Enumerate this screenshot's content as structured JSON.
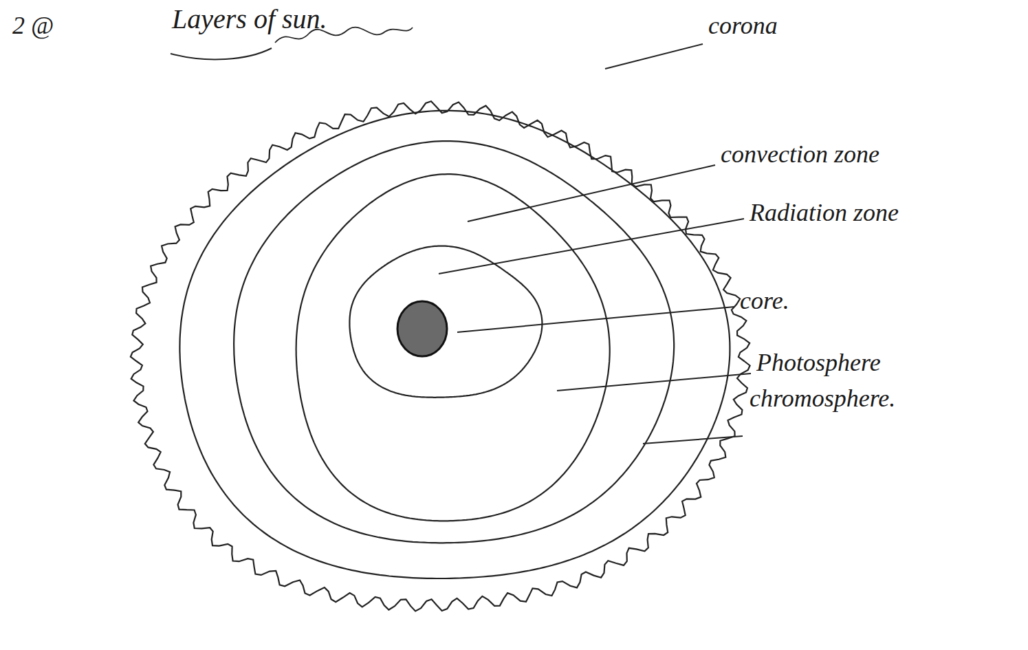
{
  "diagram": {
    "title": "Layers of sun.",
    "labels": [
      "2 @",
      "corona",
      "convection zone",
      "Radiation zone",
      "core.",
      "Photosphere",
      "chromosphere."
    ]
  }
}
